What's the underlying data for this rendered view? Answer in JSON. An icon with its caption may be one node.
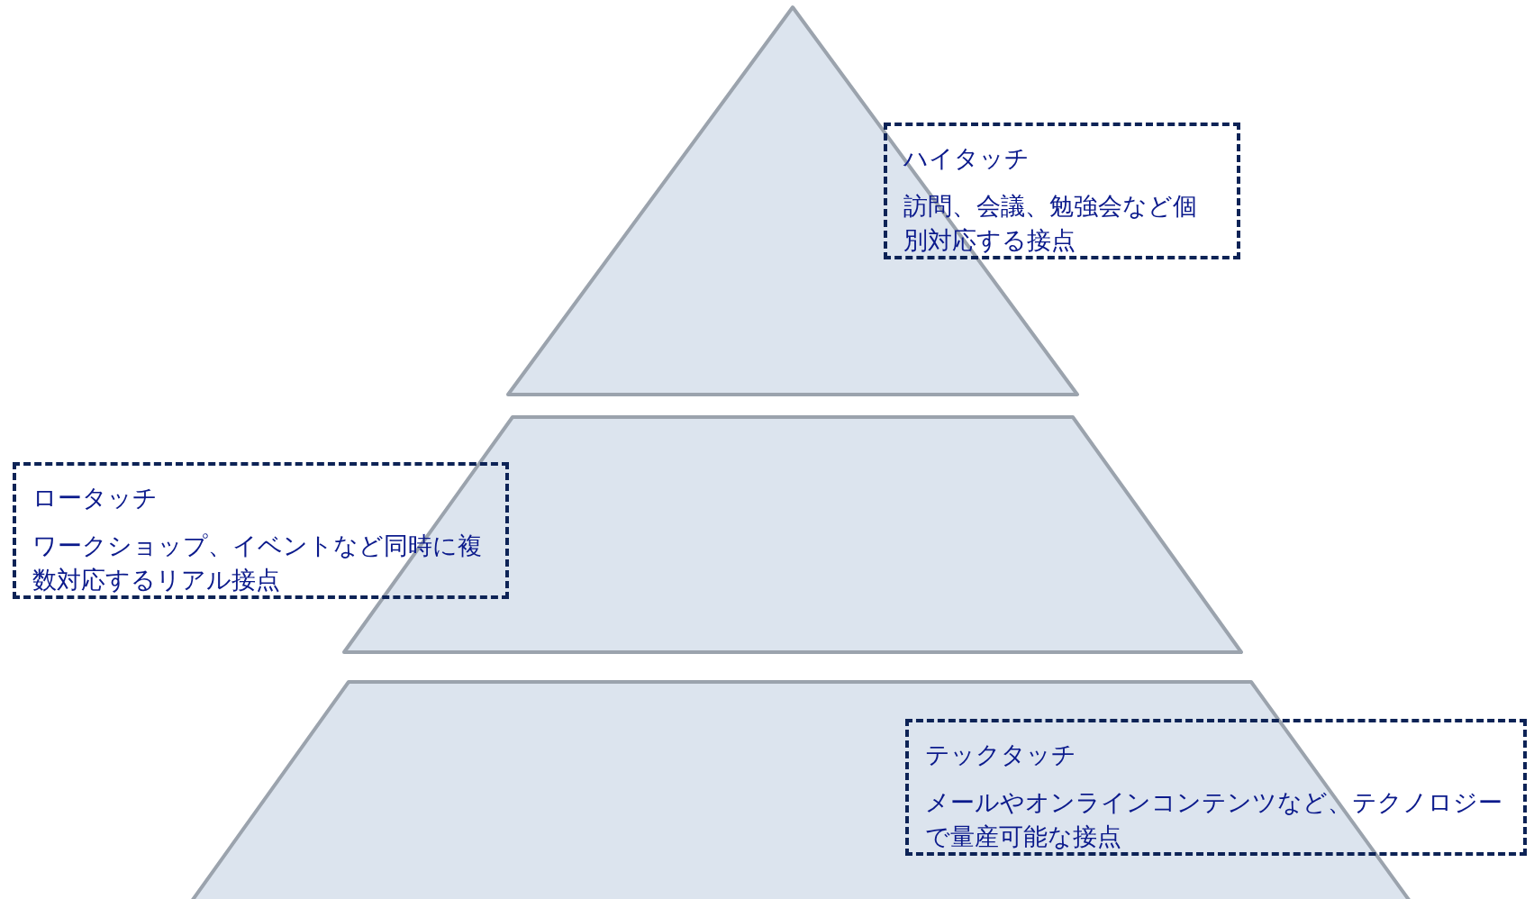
{
  "diagram": {
    "nodes": [
      {
        "text": [],
        "shape": "triangle"
      },
      {
        "text": [
          "ハイタッチ",
          "訪問、会議、勉強会など個別対応する接点"
        ]
      },
      {
        "text": [],
        "shape": "trapezoid"
      },
      {
        "text": [
          "ロータッチ",
          "ワークショップ、イベントなど同時に複数対応するリアル接点"
        ]
      },
      {
        "text": [],
        "shape": "trapezoid"
      },
      {
        "text": [
          "テックタッチ",
          "メールやオンラインコンテンツなど、テクノロジーで量産可能な接点"
        ]
      }
    ],
    "edges": []
  }
}
